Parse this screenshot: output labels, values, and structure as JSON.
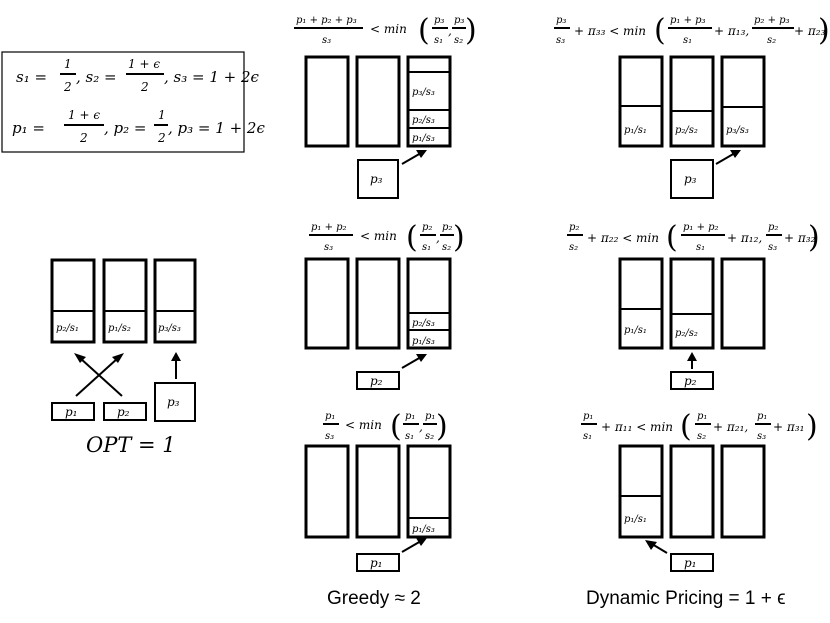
{
  "definitions": {
    "speeds": "s₁ = 1/2, s₂ = (1 + ϵ)/2, s₃ = 1 + 2ϵ",
    "s1": "s₁ =",
    "s1_num": "1",
    "s1_den": "2",
    "s2": ", s₂ =",
    "s2_num": "1 + ϵ",
    "s2_den": "2",
    "s3": ", s₃ = 1 + 2ϵ",
    "p1": "p₁ =",
    "p1_num": "1 + ϵ",
    "p1_den": "2",
    "p2": ", p₂ =",
    "p2_num": "1",
    "p2_den": "2",
    "p3": ", p₃ = 1 + 2ϵ"
  },
  "opt": {
    "bin_labels": [
      "p₂/s₁",
      "p₁/s₂",
      "p₃/s₃"
    ],
    "jobs": [
      "p₁",
      "p₂",
      "p₃"
    ],
    "caption": "OPT = 1"
  },
  "greedy": {
    "caption": "Greedy ≈ 2",
    "row1": {
      "cond_lhs_num": "p₁ + p₂ + p₃",
      "cond_lhs_den": "s₃",
      "cond_mid": "< min",
      "f1_num": "p₃",
      "f1_den": "s₁",
      "f2_num": "p₃",
      "f2_den": "s₂",
      "stack": [
        "p₃/s₃",
        "p₂/s₃",
        "p₁/s₃"
      ],
      "job": "p₃"
    },
    "row2": {
      "cond_lhs_num": "p₁ + p₂",
      "cond_lhs_den": "s₃",
      "cond_mid": "< min",
      "f1_num": "p₂",
      "f1_den": "s₁",
      "f2_num": "p₂",
      "f2_den": "s₂",
      "stack": [
        "p₂/s₃",
        "p₁/s₃"
      ],
      "job": "p₂"
    },
    "row3": {
      "cond_lhs_num": "p₁",
      "cond_lhs_den": "s₃",
      "cond_mid": "< min",
      "f1_num": "p₁",
      "f1_den": "s₁",
      "f2_num": "p₁",
      "f2_den": "s₂",
      "stack": [
        "p₁/s₃"
      ],
      "job": "p₁"
    }
  },
  "dynamic": {
    "caption": "Dynamic Pricing = 1 + ϵ",
    "row1": {
      "lhs_num": "p₃",
      "lhs_den": "s₃",
      "lhs_tail": "+ π₃₃ < min",
      "f1_num": "p₁ + p₃",
      "f1_den": "s₁",
      "f1_tail": "+ π₁₃,",
      "f2_num": "p₂ + p₃",
      "f2_den": "s₂",
      "f2_tail": "+ π₂₃",
      "labels": [
        "p₁/s₁",
        "p₂/s₂",
        "p₃/s₃"
      ],
      "job": "p₃"
    },
    "row2": {
      "lhs_num": "p₂",
      "lhs_den": "s₂",
      "lhs_tail": "+ π₂₂ < min",
      "f1_num": "p₁ + p₂",
      "f1_den": "s₁",
      "f1_tail": "+ π₁₂,",
      "f2_num": "p₂",
      "f2_den": "s₃",
      "f2_tail": "+ π₃₂",
      "labels": [
        "p₁/s₁",
        "p₂/s₂"
      ],
      "job": "p₂"
    },
    "row3": {
      "lhs_num": "p₁",
      "lhs_den": "s₁",
      "lhs_tail": "+ π₁₁ < min",
      "f1_num": "p₁",
      "f1_den": "s₂",
      "f1_tail": "+ π₂₁,",
      "f2_num": "p₁",
      "f2_den": "s₃",
      "f2_tail": "+ π₃₁",
      "labels": [
        "p₁/s₁"
      ],
      "job": "p₁"
    }
  }
}
